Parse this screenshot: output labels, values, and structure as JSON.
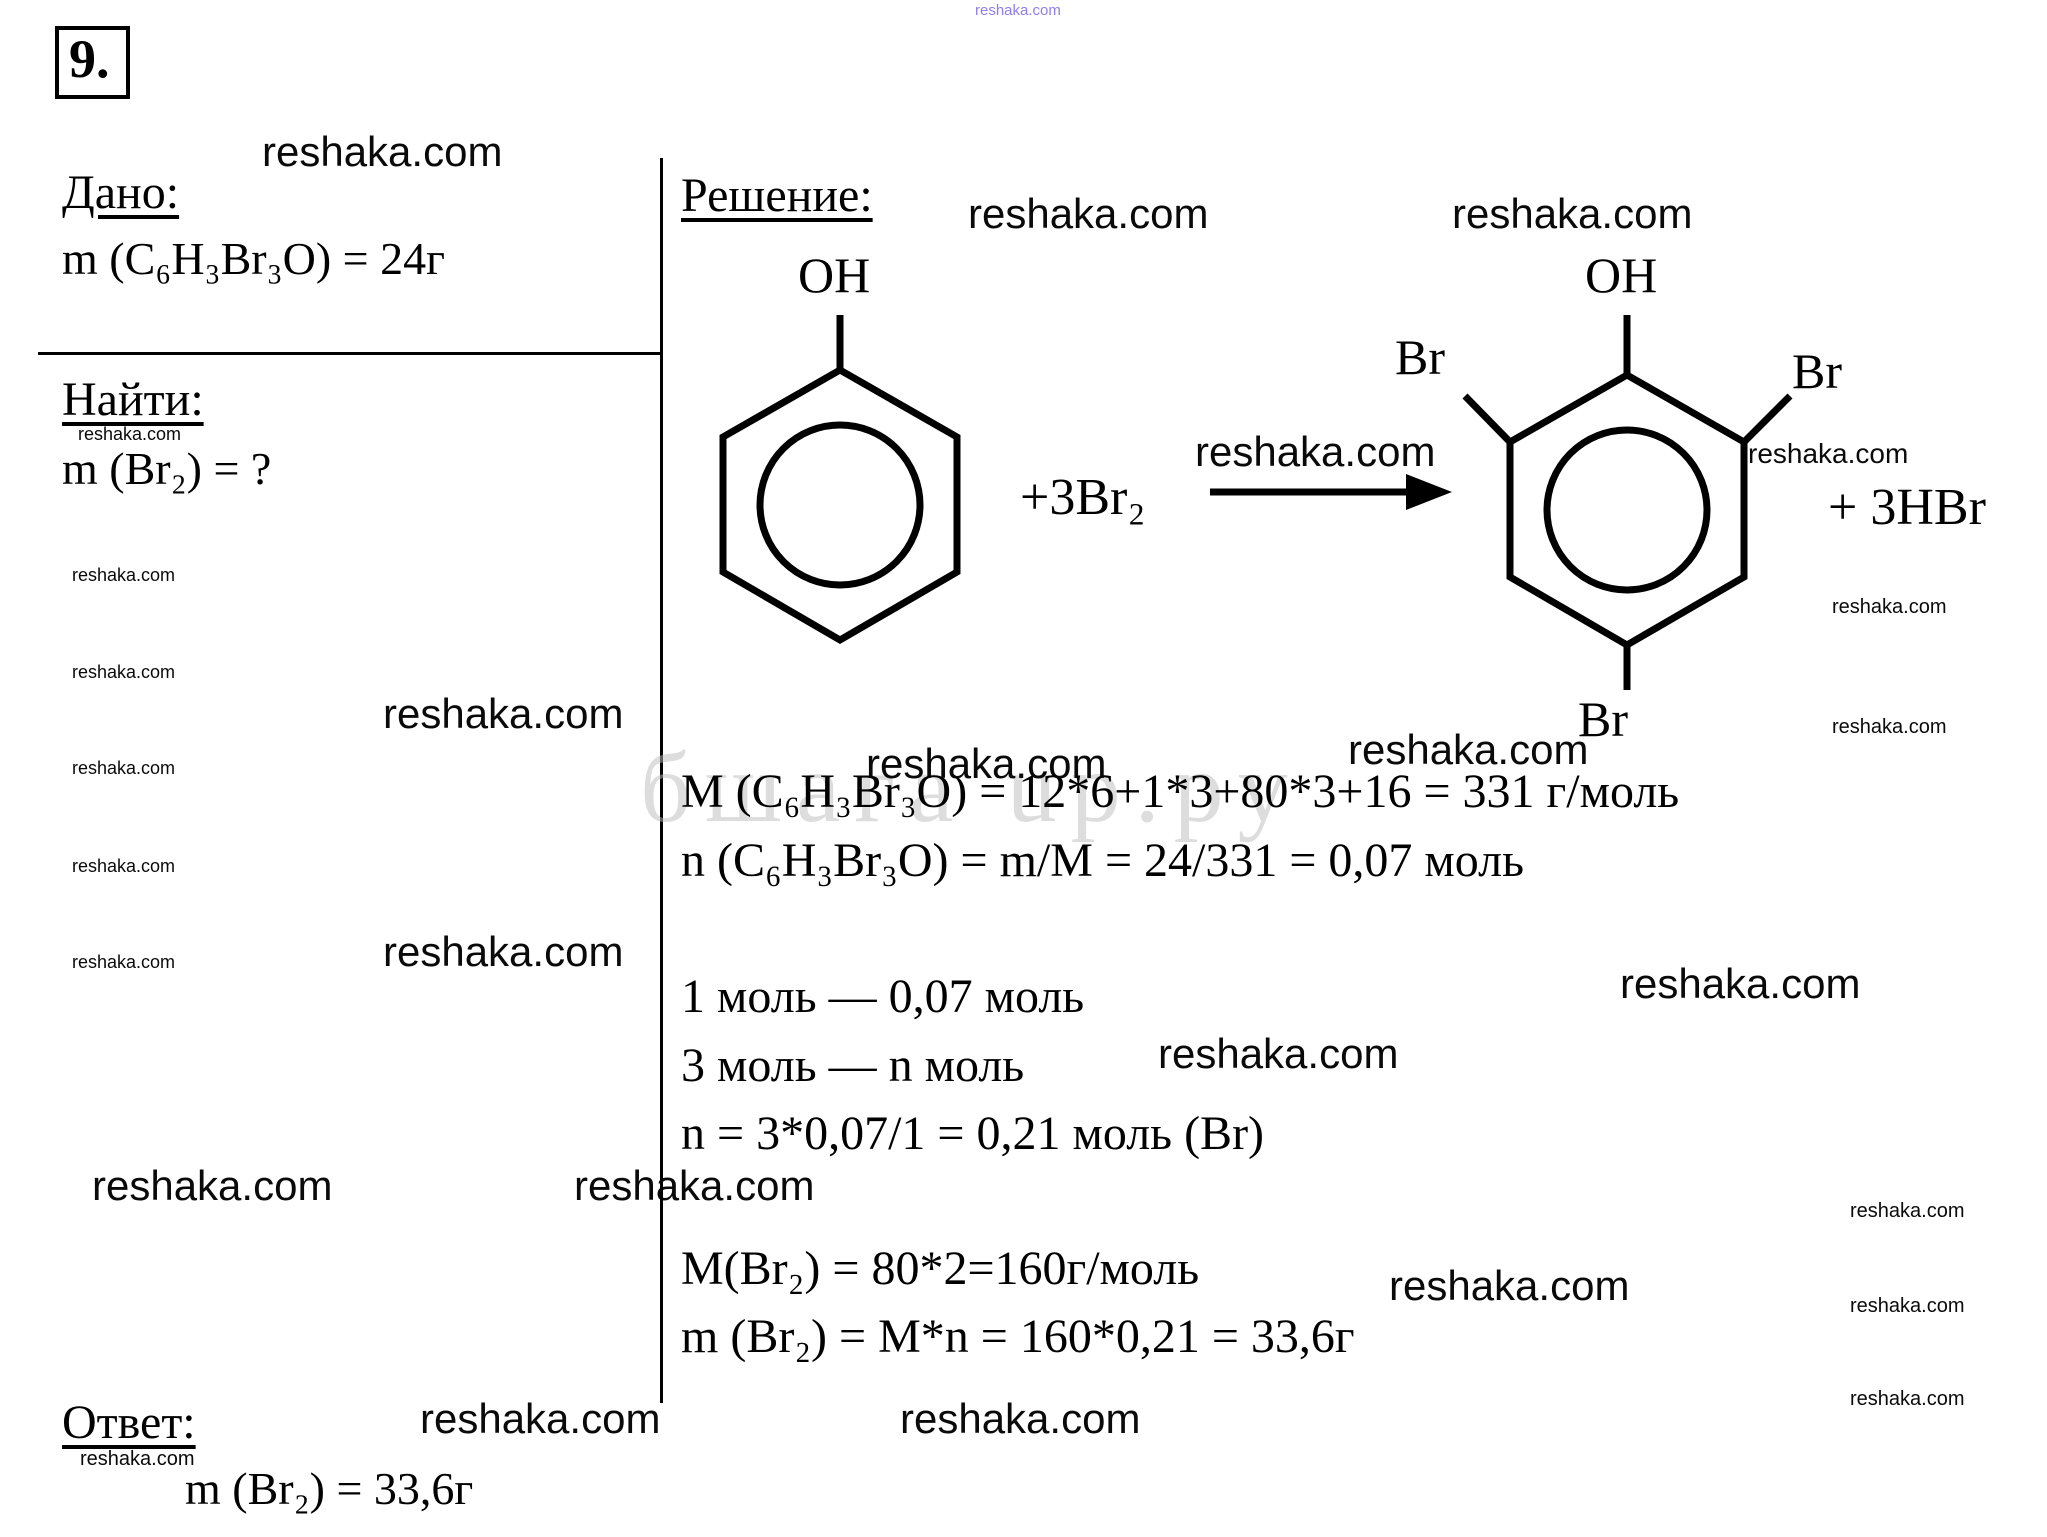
{
  "watermark": {
    "text": "reshaka.com"
  },
  "big_watermark": "бшага up.py",
  "problem": {
    "number": "9."
  },
  "given": {
    "label": "Дано:",
    "value": "m (C₆H₃Br₃O) = 24г"
  },
  "find": {
    "label": "Найти:",
    "value": "m (Br₂) = ?"
  },
  "solution": {
    "label": "Решение:",
    "reaction": {
      "reactant_substituent": "OH",
      "reagent": "+3Br₂",
      "product_substituent_top": "OH",
      "product_substituent_left": "Br",
      "product_substituent_right": "Br",
      "product_substituent_bottom": "Br",
      "byproduct": "+ 3HBr"
    },
    "calc": [
      "M (C₆H₃Br₃O) = 12*6+1*3+80*3+16 = 331 г/моль",
      "n (C₆H₃Br₃O) = m/M = 24/331 = 0,07 моль",
      "1 моль — 0,07 моль",
      "3 моль — n моль",
      "n = 3*0,07/1 = 0,21 моль (Br)",
      "M(Br₂) = 80*2=160г/моль",
      "m (Br₂) = M*n = 160*0,21 = 33,6г"
    ]
  },
  "answer": {
    "label": "Ответ:",
    "value": "m (Br₂) = 33,6г"
  }
}
